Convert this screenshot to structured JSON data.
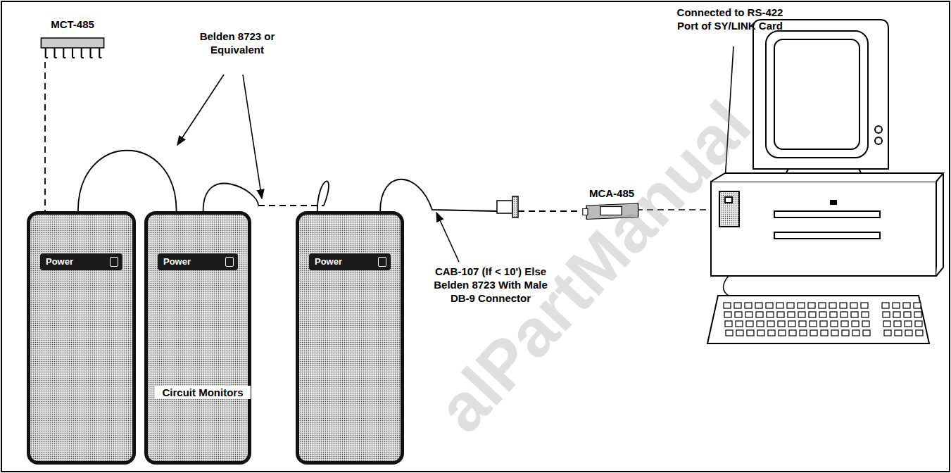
{
  "diagram": {
    "nodes": [
      {
        "text": [
          "MCT-485"
        ]
      },
      {
        "text": [
          "Power"
        ]
      },
      {
        "text": [
          "Power"
        ]
      },
      {
        "text": [
          "Power"
        ]
      },
      {
        "text": [
          "MCA-485"
        ]
      }
    ],
    "edges": [
      {
        "from": 0,
        "to": 1,
        "arrow": "none"
      },
      {
        "from": 1,
        "to": 2,
        "arrow": "none"
      },
      {
        "from": 2,
        "to": 3,
        "arrow": "none"
      },
      {
        "from": 3,
        "to": 4,
        "arrow": "none"
      }
    ],
    "labels": [
      "Belden 8723 or Equivalent",
      "Circuit Monitors",
      "CAB-107 (If < 10') Else Belden 8723 With Male DB-9 Connector",
      "Connected to RS-422 Port of SY/LINK Card",
      "alPartManual"
    ]
  }
}
